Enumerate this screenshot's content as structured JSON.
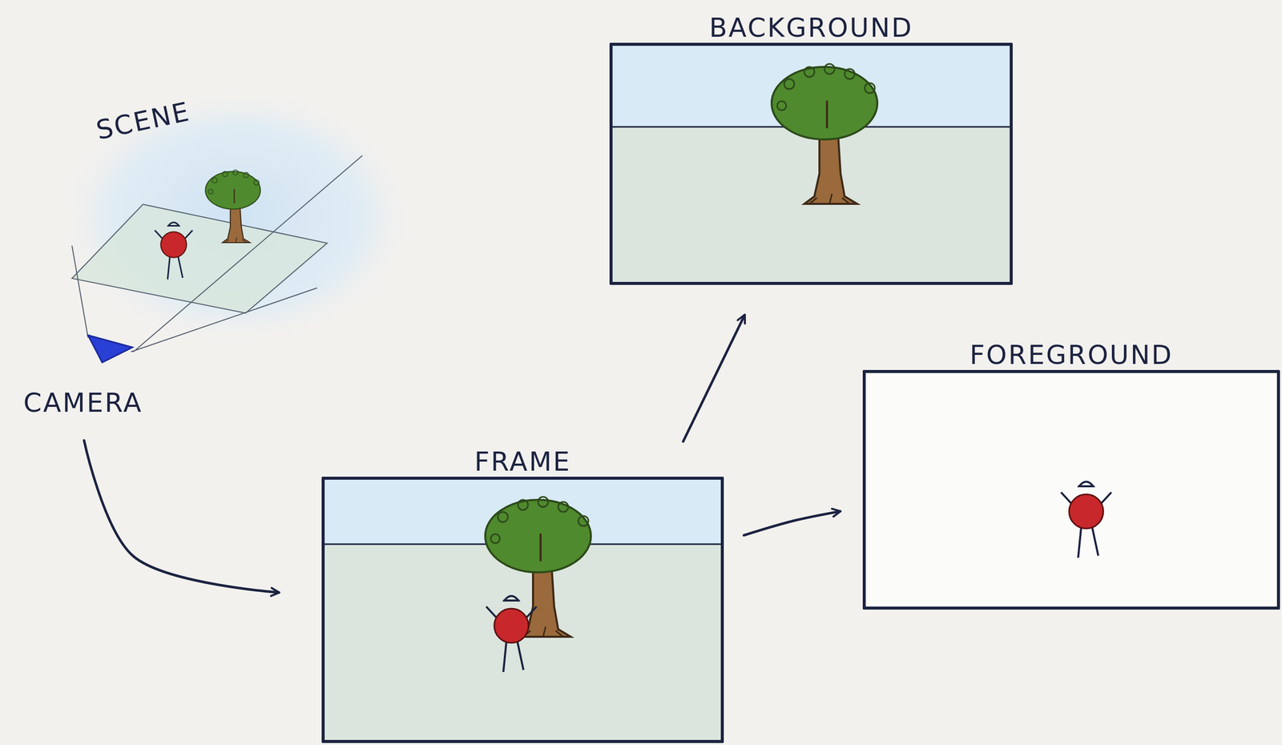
{
  "diagram": {
    "nodes": [
      {
        "text": [
          "BACKGROUND"
        ]
      },
      {
        "text": [
          "CAMERA"
        ]
      },
      {
        "text": [
          "FRAME"
        ]
      },
      {
        "text": [
          "FOREGROUND"
        ]
      }
    ],
    "edges": [
      {
        "from": 1,
        "to": 2,
        "arrow": "to"
      },
      {
        "from": 2,
        "to": 0,
        "arrow": "to"
      },
      {
        "from": 2,
        "to": 3,
        "arrow": "to"
      }
    ],
    "labels": [
      "SCENE"
    ]
  }
}
